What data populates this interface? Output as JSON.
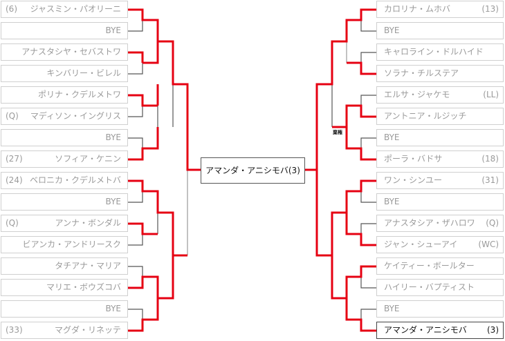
{
  "colors": {
    "winner_line": "#e60012",
    "loser_line": "#555555",
    "box_border": "#cfcfcf",
    "text": "#9a9a9a"
  },
  "champion": {
    "name": "アマンダ・アニシモバ",
    "seed": "(3)"
  },
  "note": "棄権",
  "left_draw": [
    {
      "seed": "(6)",
      "name": "ジャスミン・パオリーニ"
    },
    {
      "seed": "",
      "name": "BYE"
    },
    {
      "seed": "",
      "name": "アナスタシヤ・セバストワ"
    },
    {
      "seed": "",
      "name": "キンバリー・ビレル"
    },
    {
      "seed": "",
      "name": "ポリナ・クデルメトワ"
    },
    {
      "seed": "(Q)",
      "name": "マディソン・イングリス"
    },
    {
      "seed": "",
      "name": "BYE"
    },
    {
      "seed": "(27)",
      "name": "ソフィア・ケニン"
    },
    {
      "seed": "(24)",
      "name": "ベロニカ・クデルメトバ"
    },
    {
      "seed": "",
      "name": "BYE"
    },
    {
      "seed": "(Q)",
      "name": "アンナ・ボンダル"
    },
    {
      "seed": "",
      "name": "ビアンカ・アンドリースク"
    },
    {
      "seed": "",
      "name": "タチアナ・マリア"
    },
    {
      "seed": "",
      "name": "マリエ・ボウズコバ"
    },
    {
      "seed": "",
      "name": "BYE"
    },
    {
      "seed": "(33)",
      "name": "マグダ・リネッテ"
    }
  ],
  "right_draw": [
    {
      "seed": "(13)",
      "name": "カロリナ・ムホバ"
    },
    {
      "seed": "",
      "name": "BYE"
    },
    {
      "seed": "",
      "name": "キャロライン・ドルハイド"
    },
    {
      "seed": "",
      "name": "ソラナ・チルステア"
    },
    {
      "seed": "(LL)",
      "name": "エルサ・ジャケモ"
    },
    {
      "seed": "",
      "name": "アントニア・ルジッチ"
    },
    {
      "seed": "",
      "name": "BYE"
    },
    {
      "seed": "(18)",
      "name": "ポーラ・バドサ"
    },
    {
      "seed": "(31)",
      "name": "ワン・シンユー"
    },
    {
      "seed": "",
      "name": "BYE"
    },
    {
      "seed": "(Q)",
      "name": "アナスタシア・ザハロワ"
    },
    {
      "seed": "(WC)",
      "name": "ジャン・シューアイ"
    },
    {
      "seed": "",
      "name": "ケイティー・ボールター"
    },
    {
      "seed": "",
      "name": "ハイリー・バプティスト"
    },
    {
      "seed": "",
      "name": "BYE"
    },
    {
      "seed": "(3)",
      "name": "アマンダ・アニシモバ"
    }
  ]
}
